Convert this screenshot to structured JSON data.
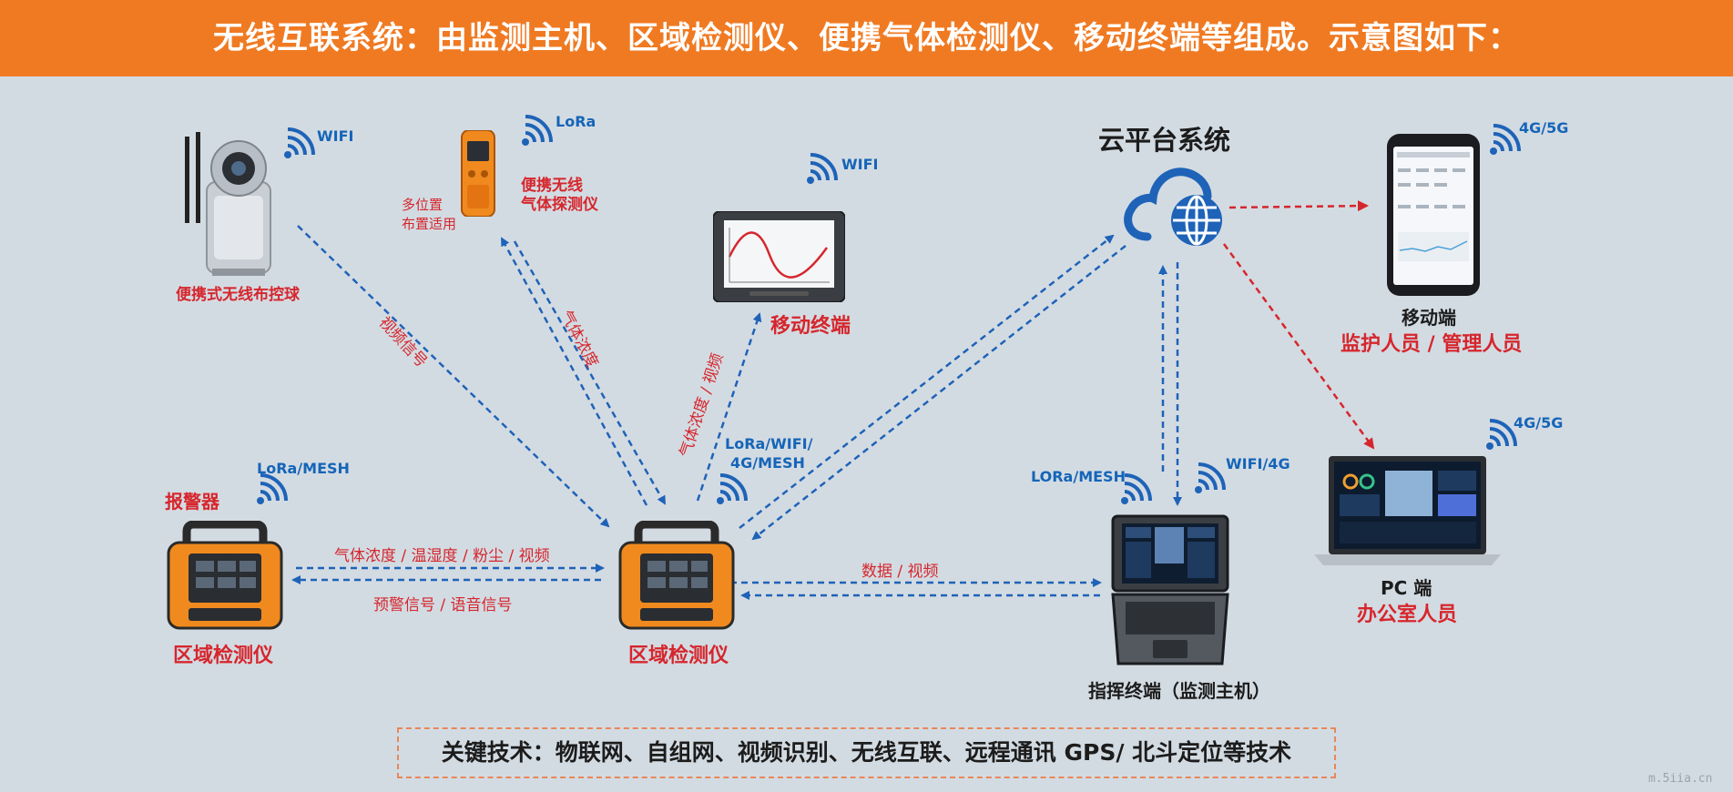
{
  "title": "无线互联系统：由监测主机、区域检测仪、便携气体检测仪、移动终端等组成。示意图如下：",
  "nodes": {
    "ball_camera": {
      "label": "便携式无线布控球",
      "wireless": "WIFI"
    },
    "portable_detector": {
      "label_line1": "便携无线",
      "label_line2": "气体探测仪",
      "side_line1": "多位置",
      "side_line2": "布置适用",
      "wireless": "LoRa"
    },
    "mobile_terminal": {
      "label": "移动终端",
      "wireless": "WIFI"
    },
    "alarm": {
      "label": "报警器",
      "wireless": "LoRa/MESH"
    },
    "area_detector_left": {
      "label": "区域检测仪"
    },
    "area_detector_center": {
      "label": "区域检测仪",
      "wireless_line1": "LoRa/WIFI/",
      "wireless_line2": "4G/MESH"
    },
    "cloud": {
      "label": "云平台系统"
    },
    "command_terminal": {
      "label": "指挥终端（监测主机）",
      "wireless_left": "LORa/MESH",
      "wireless_right": "WIFI/4G"
    },
    "mobile_phone": {
      "label": "移动端",
      "role": "监护人员 / 管理人员",
      "wireless": "4G/5G"
    },
    "pc": {
      "label": "PC 端",
      "role": "办公室人员",
      "wireless": "4G/5G"
    }
  },
  "links": {
    "video_signal": "视频信号",
    "gas_concentration": "气体浓度",
    "gas_video": "气体浓度 / 视频",
    "env_data": "气体浓度 / 温湿度 / 粉尘 / 视频",
    "warning_voice": "预警信号 / 语音信号",
    "data_video": "数据 / 视频"
  },
  "footer": "关键技术：物联网、自组网、视频识别、无线互联、远程通讯 GPS/ 北斗定位等技术",
  "watermark": "m.5iia.cn",
  "colors": {
    "banner": "#f07a22",
    "background": "#d3dbe2",
    "link_blue": "#1e63b8",
    "link_red": "#d6262d",
    "device_orange": "#f08a1e"
  }
}
